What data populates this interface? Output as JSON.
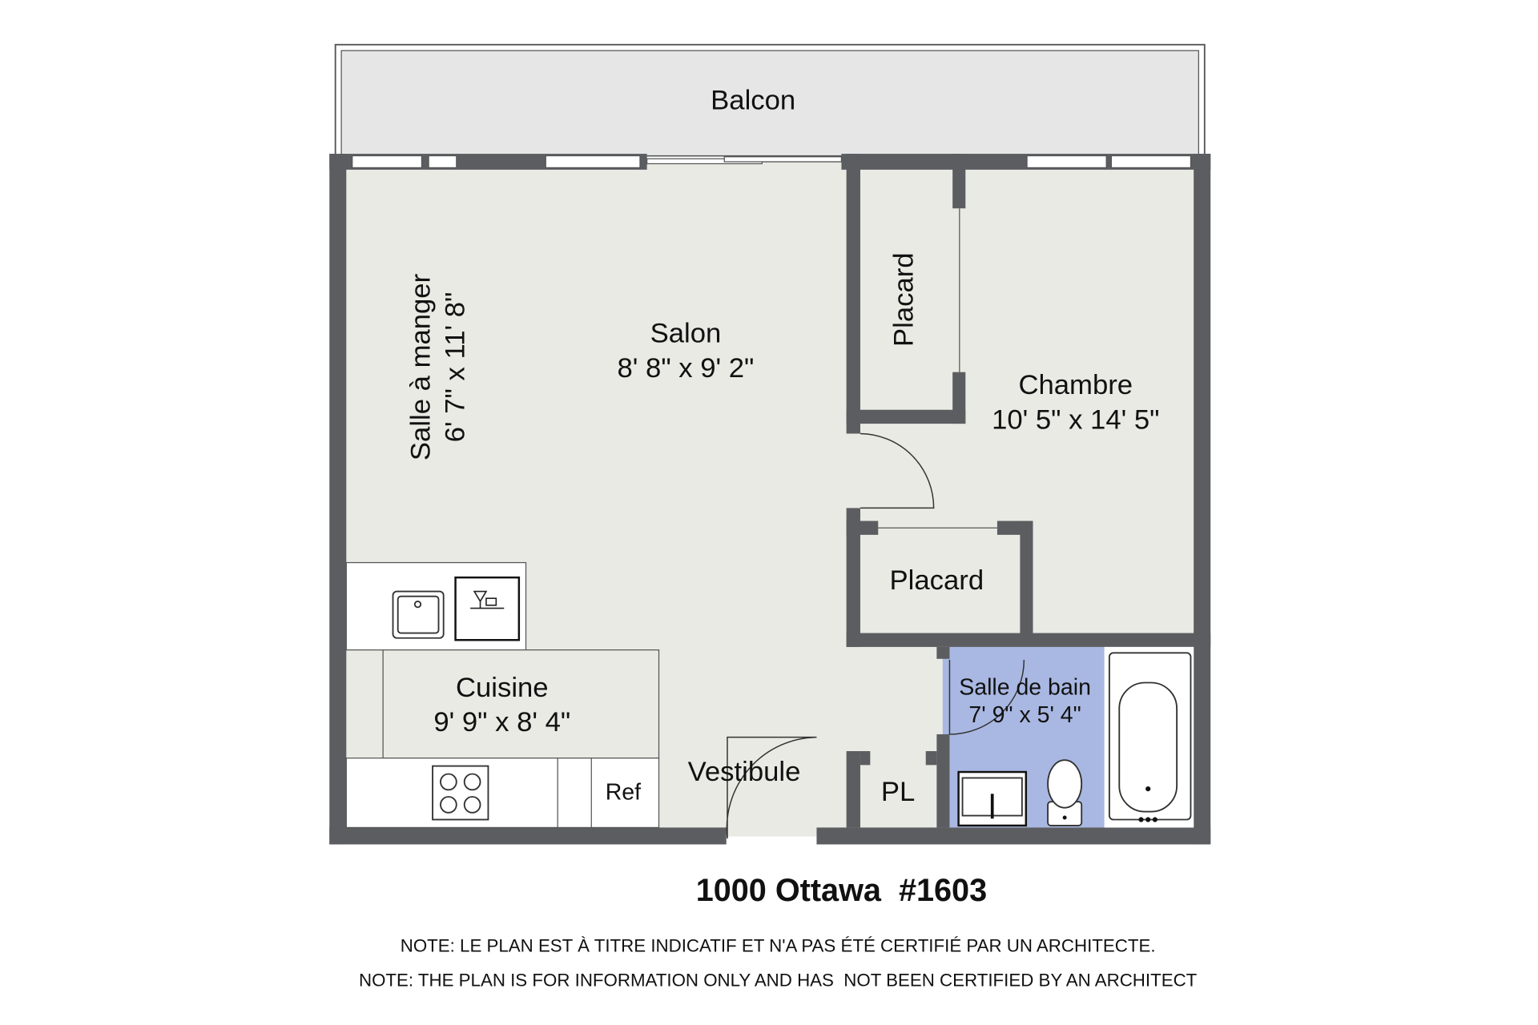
{
  "plan": {
    "colors": {
      "wall": "#5b5d61",
      "floor": "#e9eae3",
      "balcony": "#e6e6e6",
      "bathroom": "#a9b8e2"
    },
    "rooms": {
      "balcon": {
        "name": "Balcon"
      },
      "salon": {
        "name": "Salon",
        "dims": "8' 8\" x 9' 2\""
      },
      "salle_a_manger": {
        "name": "Salle à manger",
        "dims": "6' 7\" x 11' 8\""
      },
      "placard_1": {
        "name": "Placard"
      },
      "chambre": {
        "name": "Chambre",
        "dims": "10' 5\" x 14' 5\""
      },
      "placard_2": {
        "name": "Placard"
      },
      "salle_de_bain": {
        "name": "Salle de bain",
        "dims": "7' 9\" x 5' 4\""
      },
      "cuisine": {
        "name": "Cuisine",
        "dims": "9' 9\" x 8' 4\""
      },
      "vestibule": {
        "name": "Vestibule"
      },
      "pl": {
        "name": "PL"
      },
      "ref": {
        "name": "Ref"
      }
    },
    "title": "1000 Ottawa  #1603",
    "note_fr": "NOTE: LE PLAN EST À TITRE INDICATIF ET N'A PAS ÉTÉ CERTIFIÉ PAR UN ARCHITECTE.",
    "note_en": "NOTE: THE PLAN IS FOR INFORMATION ONLY AND HAS  NOT BEEN CERTIFIED BY AN ARCHITECT"
  }
}
